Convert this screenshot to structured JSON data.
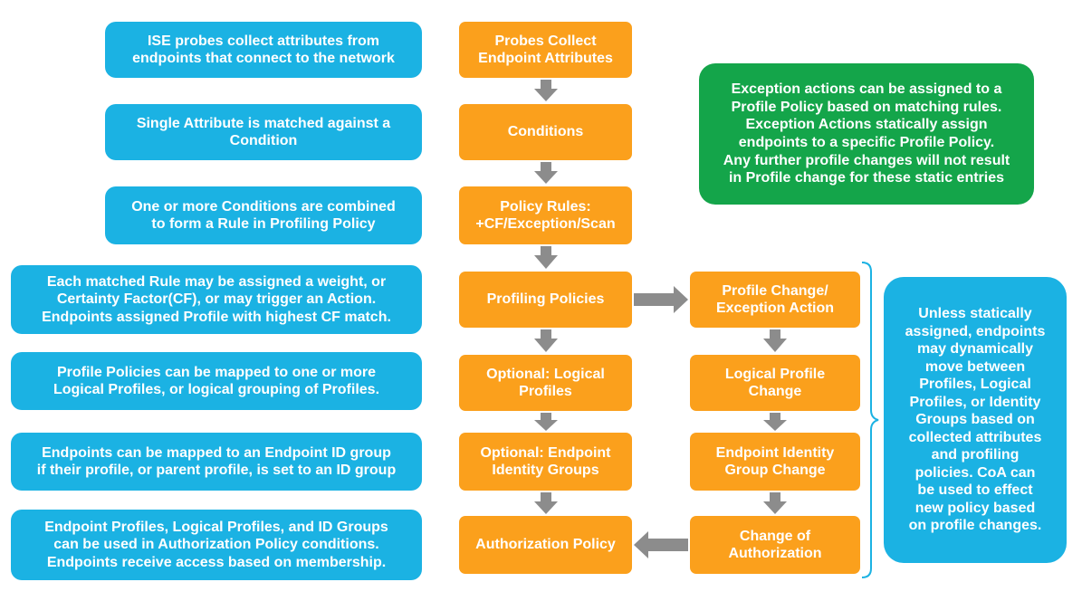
{
  "descriptions": [
    "ISE probes collect attributes from\nendpoints that connect to the network",
    "Single Attribute is matched against a\nCondition",
    "One or more Conditions are combined\nto form a Rule in Profiling Policy",
    "Each matched Rule may be assigned a weight, or\nCertainty Factor(CF), or may trigger an Action.\nEndpoints assigned Profile with highest CF match.",
    "Profile Policies can be mapped to one or more\nLogical Profiles, or logical grouping of Profiles.",
    "Endpoints can be mapped to an Endpoint ID group\nif their profile, or parent profile, is set to an ID group",
    "Endpoint Profiles, Logical Profiles, and ID Groups\ncan be used in Authorization Policy conditions.\nEndpoints receive access based on membership."
  ],
  "main_steps": [
    "Probes Collect\nEndpoint Attributes",
    "Conditions",
    "Policy Rules:\n+CF/Exception/Scan",
    "Profiling Policies",
    "Optional: Logical\nProfiles",
    "Optional: Endpoint\nIdentity Groups",
    "Authorization Policy"
  ],
  "change_steps": [
    "Profile Change/\nException Action",
    "Logical Profile\nChange",
    "Endpoint Identity\nGroup Change",
    "Change of\nAuthorization"
  ],
  "notes": {
    "exception": "Exception actions can be assigned to a\nProfile Policy based on matching rules.\nException Actions statically assign\nendpoints to a specific Profile Policy.\nAny further profile changes will not result\nin Profile change for these static entries",
    "dynamic": "Unless statically\nassigned, endpoints\nmay dynamically\nmove between\nProfiles, Logical\nProfiles, or Identity\nGroups based on\ncollected attributes\nand profiling\npolicies. CoA can\nbe used to effect\nnew policy based\non profile changes."
  },
  "colors": {
    "description_box": "#1bb2e3",
    "step_box": "#fba01c",
    "exception_note": "#14a54a",
    "dynamic_note": "#1bb2e3",
    "arrow": "#8c8c8c",
    "bracket": "#1bb2e3"
  }
}
